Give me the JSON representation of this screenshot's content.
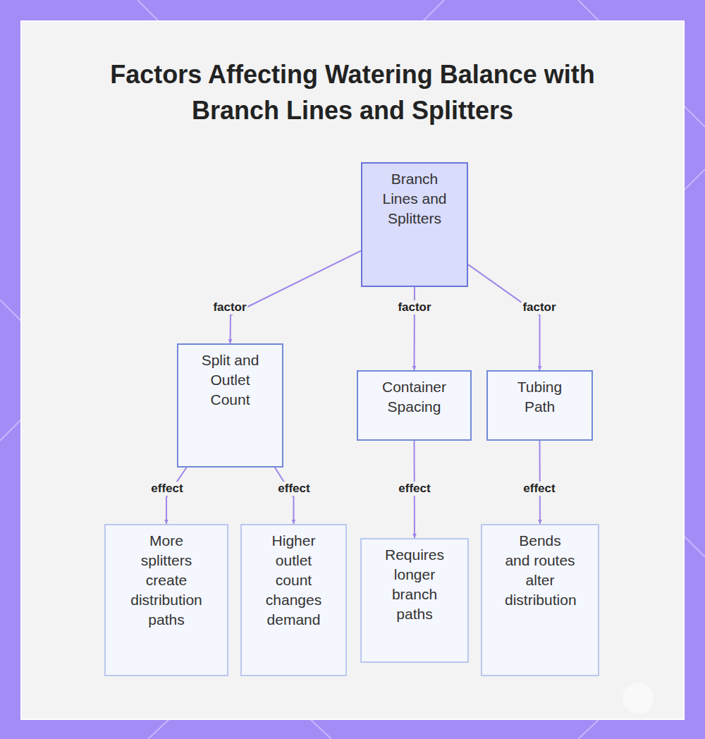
{
  "diagram": {
    "title": "Factors Affecting Watering Balance with Branch Lines and Splitters",
    "nodes": [
      {
        "text": [
          "Branch Lines and Splitters"
        ]
      },
      {
        "text": [
          "Split and Outlet Count"
        ]
      },
      {
        "text": [
          "Container Spacing"
        ]
      },
      {
        "text": [
          "Tubing Path"
        ]
      },
      {
        "text": [
          "More splitters create distribution paths"
        ]
      },
      {
        "text": [
          "Higher outlet count changes demand"
        ]
      },
      {
        "text": [
          "Requires longer branch paths"
        ]
      },
      {
        "text": [
          "Bends and routes alter distribution"
        ]
      }
    ],
    "edges": [
      {
        "from": 0,
        "to": 1,
        "label": "factor",
        "arrow": "to"
      },
      {
        "from": 0,
        "to": 2,
        "label": "factor",
        "arrow": "to"
      },
      {
        "from": 0,
        "to": 3,
        "label": "factor",
        "arrow": "to"
      },
      {
        "from": 1,
        "to": 4,
        "label": "effect",
        "arrow": "to"
      },
      {
        "from": 1,
        "to": 5,
        "label": "effect",
        "arrow": "to"
      },
      {
        "from": 2,
        "to": 6,
        "label": "effect",
        "arrow": "to"
      },
      {
        "from": 3,
        "to": 7,
        "label": "effect",
        "arrow": "to"
      }
    ]
  }
}
